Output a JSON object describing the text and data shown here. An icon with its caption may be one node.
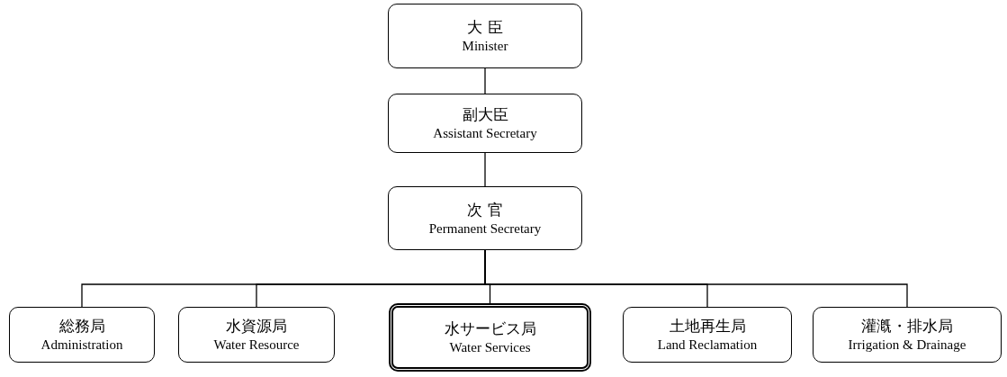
{
  "diagram": {
    "nodes": [
      {
        "text": [
          "大 臣",
          "Minister"
        ]
      },
      {
        "text": [
          "副大臣",
          "Assistant Secretary"
        ]
      },
      {
        "text": [
          "次 官",
          "Permanent Secretary"
        ]
      },
      {
        "text": [
          "総務局",
          "Administration"
        ]
      },
      {
        "text": [
          "水資源局",
          "Water Resource"
        ]
      },
      {
        "text": [
          "水サービス局",
          "Water Services"
        ]
      },
      {
        "text": [
          "土地再生局",
          "Land Reclamation"
        ]
      },
      {
        "text": [
          "灌漑・排水局",
          "Irrigation & Drainage"
        ]
      }
    ],
    "edges": [
      {
        "from": 0,
        "to": 1,
        "arrow": "none"
      },
      {
        "from": 1,
        "to": 2,
        "arrow": "none"
      },
      {
        "from": 2,
        "to": 3,
        "arrow": "none"
      },
      {
        "from": 2,
        "to": 4,
        "arrow": "none"
      },
      {
        "from": 2,
        "to": 5,
        "arrow": "none"
      },
      {
        "from": 2,
        "to": 6,
        "arrow": "none"
      },
      {
        "from": 2,
        "to": 7,
        "arrow": "none"
      }
    ]
  }
}
